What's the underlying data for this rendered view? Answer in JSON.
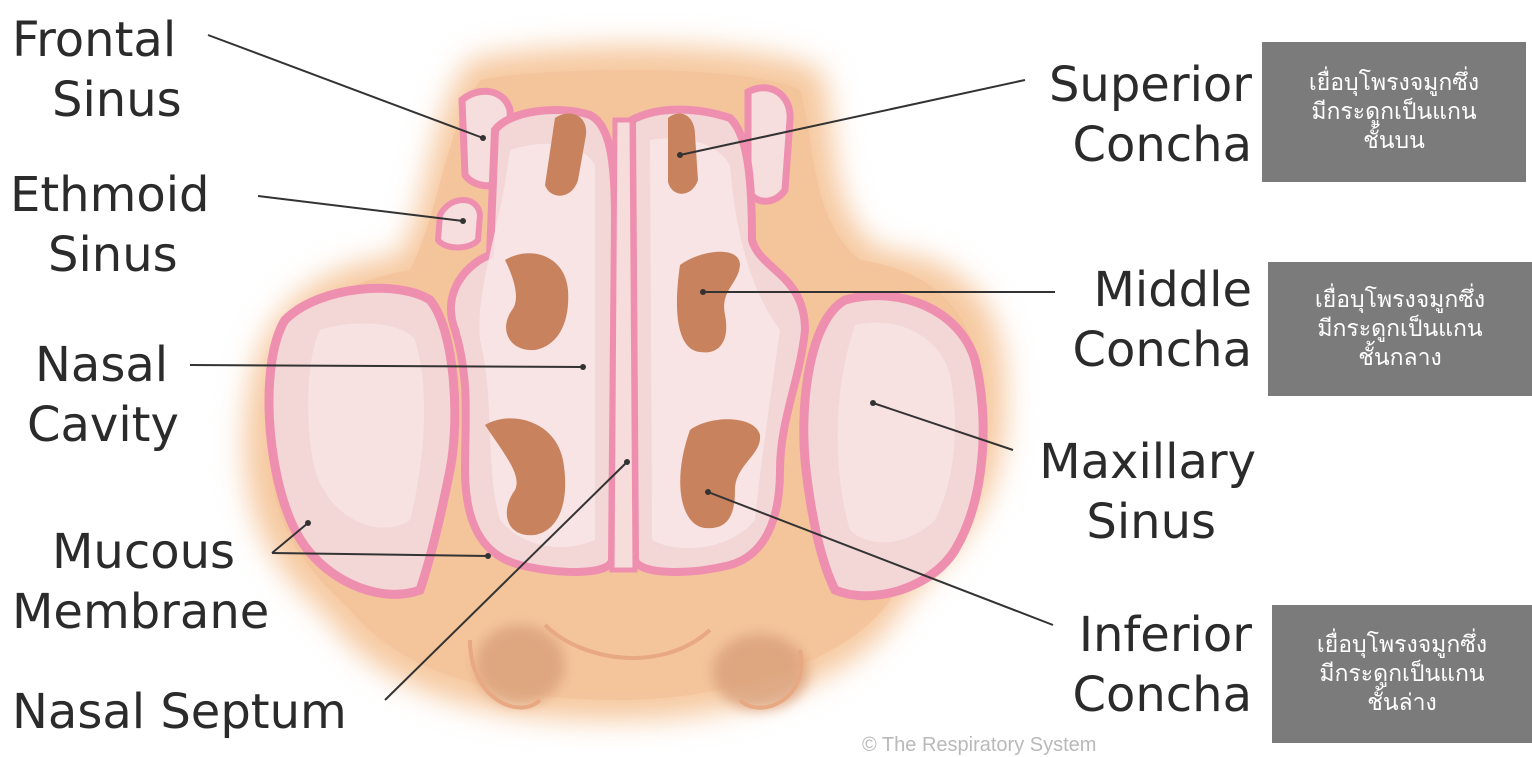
{
  "labels": {
    "frontal_sinus": [
      "Frontal",
      "Sinus"
    ],
    "ethmoid_sinus": [
      "Ethmoid",
      "Sinus"
    ],
    "nasal_cavity": [
      "Nasal",
      "Cavity"
    ],
    "mucous_membrane": [
      "Mucous",
      "Membrane"
    ],
    "nasal_septum": "Nasal Septum",
    "superior_concha": [
      "Superior",
      "Concha"
    ],
    "middle_concha": [
      "Middle",
      "Concha"
    ],
    "maxillary_sinus": [
      "Maxillary",
      "Sinus"
    ],
    "inferior_concha": [
      "Inferior",
      "Concha"
    ]
  },
  "thai_notes": {
    "superior": [
      "เยื่อบุโพรงจมูกซึ่ง",
      "มีกระดูกเป็นแกน",
      "ชั้นบน"
    ],
    "middle": [
      "เยื่อบุโพรงจมูกซึ่ง",
      "มีกระดูกเป็นแกน",
      "ชั้นกลาง"
    ],
    "inferior": [
      "เยื่อบุโพรงจมูกซึ่ง",
      "มีกระดูกเป็นแกน",
      "ชั้นล่าง"
    ]
  },
  "copyright": "© The Respiratory System",
  "colors": {
    "skin": "#f6c9a0",
    "membrane": "#ef8fb0",
    "cavity": "#f7dede",
    "concha": "#c8825e",
    "note_box": "#7b7b7b",
    "text": "#2b2b2b"
  }
}
